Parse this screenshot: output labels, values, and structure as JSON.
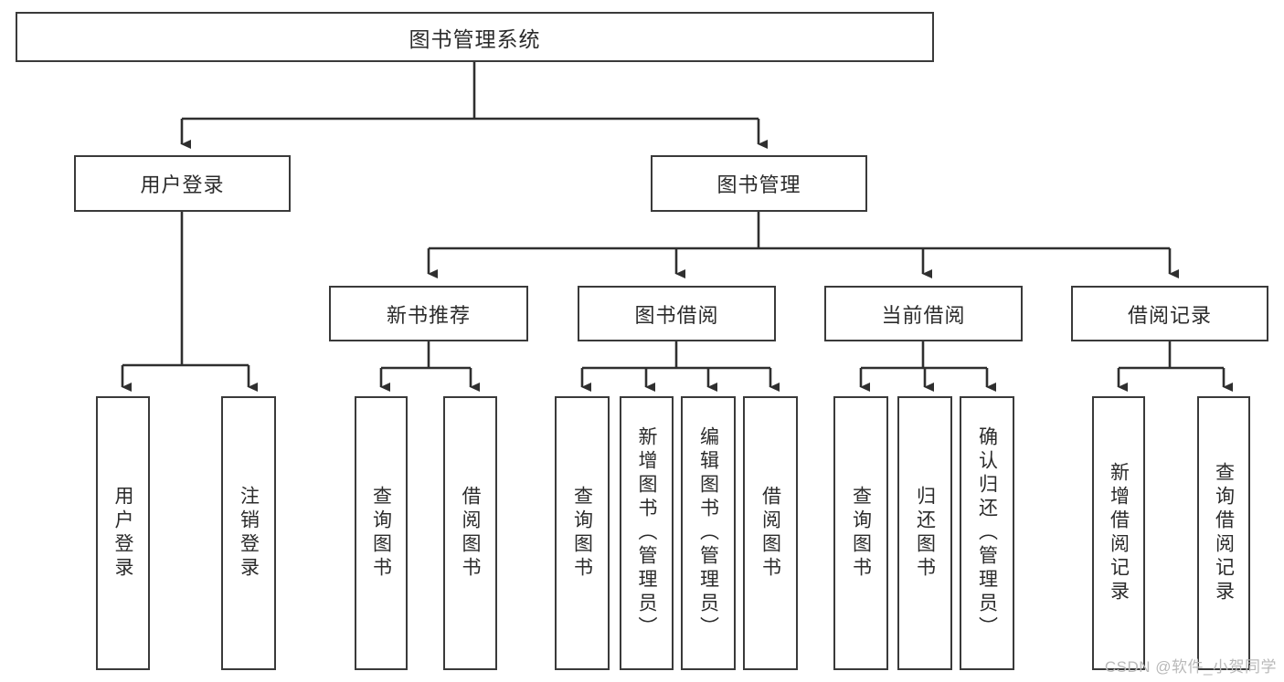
{
  "diagram": {
    "type": "tree",
    "title": "图书管理系统",
    "root": {
      "label": "图书管理系统"
    },
    "level2": [
      {
        "label": "用户登录"
      },
      {
        "label": "图书管理"
      }
    ],
    "level3": [
      {
        "label": "新书推荐"
      },
      {
        "label": "图书借阅"
      },
      {
        "label": "当前借阅"
      },
      {
        "label": "借阅记录"
      }
    ],
    "leaves": {
      "user_login": [
        {
          "label": "用户登录"
        },
        {
          "label": "注销登录"
        }
      ],
      "new_book": [
        {
          "label": "查询图书"
        },
        {
          "label": "借阅图书"
        }
      ],
      "book_borrow": [
        {
          "label": "查询图书"
        },
        {
          "label": "新增图书（管理员）"
        },
        {
          "label": "编辑图书（管理员）"
        },
        {
          "label": "借阅图书"
        }
      ],
      "current_borrow": [
        {
          "label": "查询图书"
        },
        {
          "label": "归还图书"
        },
        {
          "label": "确认归还（管理员）"
        }
      ],
      "borrow_record": [
        {
          "label": "新增借阅记录"
        },
        {
          "label": "查询借阅记录"
        }
      ]
    }
  },
  "watermark": {
    "text": "CSDN @软件_小贺同学"
  },
  "colors": {
    "border": "#3a3a3a",
    "text": "#2b2b2b",
    "background": "#ffffff",
    "watermark": "#b9b9b9"
  }
}
